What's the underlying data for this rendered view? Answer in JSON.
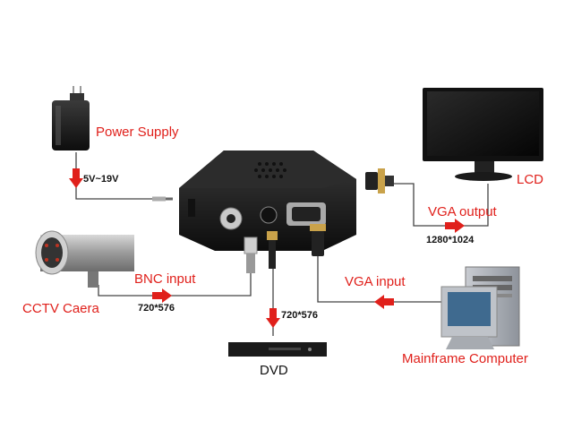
{
  "labels": {
    "power_supply": "Power Supply",
    "voltage": "5V~19V",
    "lcd": "LCD",
    "vga_output": "VGA output",
    "vga_output_res": "1280*1024",
    "bnc_input": "BNC input",
    "bnc_res": "720*576",
    "cctv": "CCTV Caera",
    "dvd_res": "720*576",
    "dvd": "DVD",
    "vga_input": "VGA input",
    "mainframe": "Mainframe Computer"
  },
  "colors": {
    "label_red": "#e0201b",
    "arrow_red": "#e0201b",
    "line": "#444444",
    "device_black": "#1a1a1a"
  },
  "icons": [
    "power-adapter-icon",
    "converter-box-icon",
    "lcd-monitor-icon",
    "vga-plug-icon",
    "bnc-plug-icon",
    "svideo-plug-icon",
    "cctv-camera-icon",
    "dvd-player-icon",
    "computer-tower-icon",
    "crt-monitor-icon"
  ]
}
